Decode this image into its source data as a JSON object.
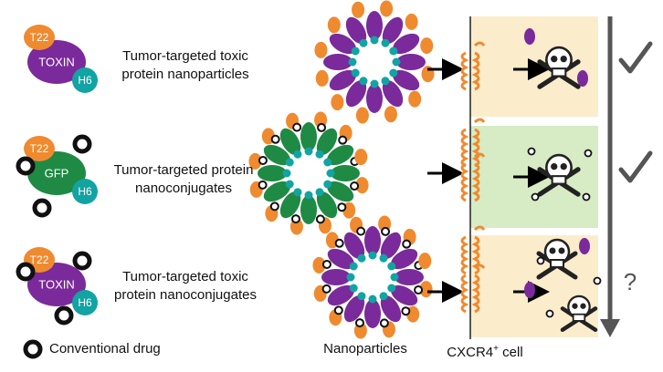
{
  "rows": [
    {
      "name": "toxic-nanoparticles",
      "parts": {
        "top": "T22",
        "core": "TOXIN",
        "tail": "H6"
      },
      "label_lines": [
        "Tumor-targeted toxic",
        "protein nanoparticles"
      ],
      "panel_color": "#fbeccb",
      "result_mark": "check"
    },
    {
      "name": "gfp-nanoconjugates",
      "parts": {
        "top": "T22",
        "core": "GFP",
        "tail": "H6"
      },
      "label_lines": [
        "Tumor-targeted protein",
        "nanoconjugates"
      ],
      "panel_color": "#d7ebc5",
      "result_mark": "check"
    },
    {
      "name": "toxic-nanoconjugates",
      "parts": {
        "top": "T22",
        "core": "TOXIN",
        "tail": "H6"
      },
      "label_lines": [
        "Tumor-targeted toxic",
        "protein nanoconjugates"
      ],
      "panel_color": "#fbeccb",
      "result_mark": "?"
    }
  ],
  "legend": {
    "drug_label": "Conventional drug"
  },
  "bottom_labels": {
    "nanoparticles": "Nanoparticles",
    "cell_main": "CXCR4",
    "cell_sup": "+",
    "cell_tail": " cell"
  },
  "colors": {
    "t22": "#ef8a2f",
    "toxin": "#7a2a9a",
    "gfp": "#1e8a44",
    "h6": "#12a3a3",
    "receptor": "#ef8a2f",
    "mark": "#555555"
  }
}
